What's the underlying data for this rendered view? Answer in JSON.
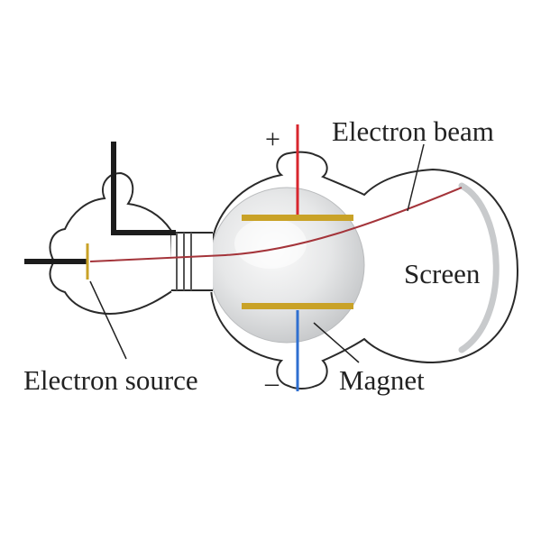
{
  "labels": {
    "electron_beam": "Electron beam",
    "screen": "Screen",
    "electron_source": "Electron source",
    "magnet": "Magnet",
    "plus_sign": "+",
    "minus_sign": "–"
  },
  "colors": {
    "background": "#ffffff",
    "tube_outline": "#2a2a2a",
    "plate_gold": "#c9a227",
    "beam_red": "#a4343a",
    "positive_wire": "#d8262e",
    "negative_wire": "#2f6fd0",
    "electrode_black": "#1c1c1c",
    "sphere_grey": "#d9dbdd",
    "screen_grey": "#c8cacc"
  }
}
